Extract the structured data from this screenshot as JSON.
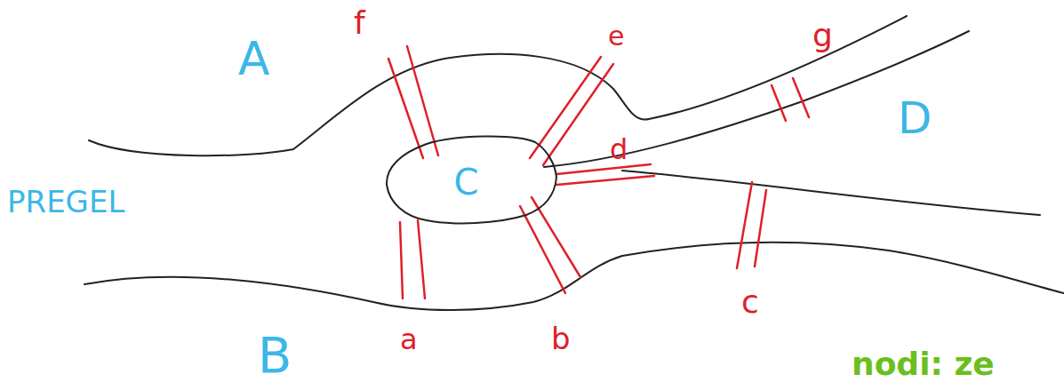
{
  "diagram": {
    "nodes": [
      {
        "text": [
          "C"
        ]
      }
    ],
    "labels": [
      "A",
      "B",
      "D",
      "PREGEL",
      "f",
      "e",
      "g",
      "d",
      "a",
      "b",
      "c",
      "nodi: ze"
    ]
  }
}
